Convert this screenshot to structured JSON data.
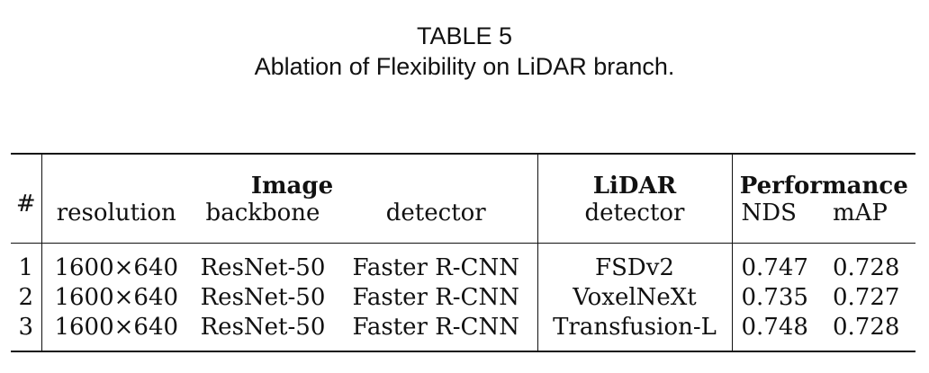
{
  "caption": {
    "label": "TABLE 5",
    "text": "Ablation of Flexibility on LiDAR branch."
  },
  "table": {
    "index_header": "#",
    "group_headers": {
      "image": "Image",
      "lidar": "LiDAR",
      "performance": "Performance"
    },
    "sub_headers": {
      "resolution": "resolution",
      "backbone": "backbone",
      "image_detector": "detector",
      "lidar_detector": "detector",
      "nds": "NDS",
      "map": "mAP"
    },
    "rows": [
      {
        "id": "1",
        "resolution": "1600×640",
        "backbone": "ResNet-50",
        "image_detector": "Faster R-CNN",
        "lidar_detector": "FSDv2",
        "nds": "0.747",
        "map": "0.728"
      },
      {
        "id": "2",
        "resolution": "1600×640",
        "backbone": "ResNet-50",
        "image_detector": "Faster R-CNN",
        "lidar_detector": "VoxelNeXt",
        "nds": "0.735",
        "map": "0.727"
      },
      {
        "id": "3",
        "resolution": "1600×640",
        "backbone": "ResNet-50",
        "image_detector": "Faster R-CNN",
        "lidar_detector": "Transfusion-L",
        "nds": "0.748",
        "map": "0.728"
      }
    ]
  }
}
